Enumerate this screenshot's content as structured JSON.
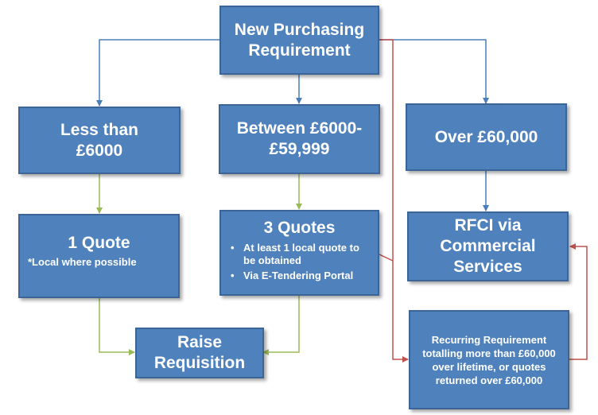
{
  "nodes": {
    "new_requirement": "New Purchasing Requirement",
    "less_than": "Less than £6000",
    "between": "Between £6000-£59,999",
    "over": "Over £60,000",
    "one_quote": {
      "title": "1 Quote",
      "note": "*Local where possible"
    },
    "three_quotes": {
      "title": "3 Quotes",
      "bullets": [
        "At least 1 local quote to be obtained",
        "Via E-Tendering Portal"
      ]
    },
    "rfci": "RFCI via Commercial Services",
    "recurring": "Recurring Requirement totalling more than £60,000 over lifetime, or quotes returned over £60,000",
    "raise": "Raise Requisition"
  },
  "colors": {
    "box_fill": "#4f81bd",
    "box_border": "#3a6596",
    "blue_arrow": "#4a7ebb",
    "green_arrow": "#9bbb59",
    "red_arrow": "#c0504d"
  }
}
